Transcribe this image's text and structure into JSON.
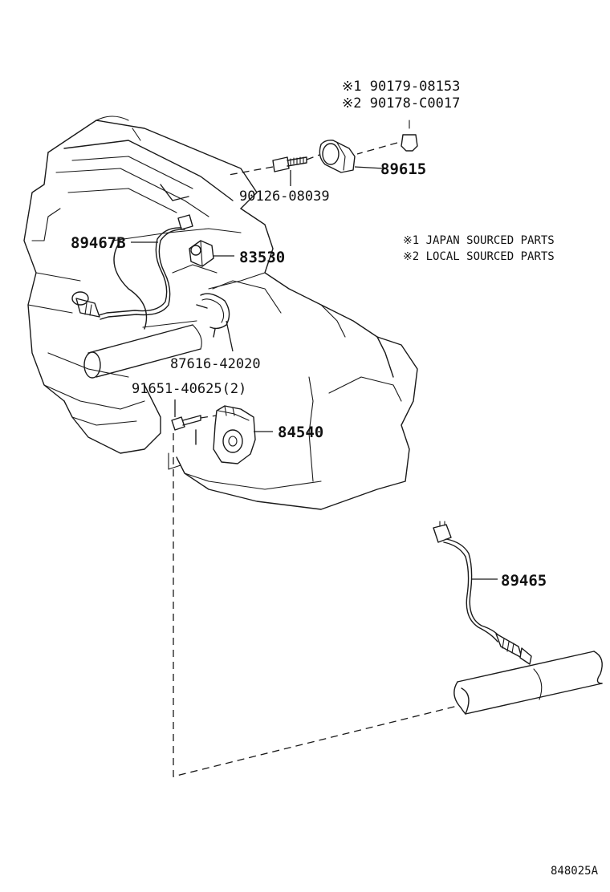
{
  "callouts": {
    "p1_japan": "※1 90179-08153",
    "p2_local": "※2 90178-C0017",
    "knock_sensor": "89615",
    "stud_bolt": "90126-08039",
    "oxygen_sensor_front": "89467B",
    "oil_pressure_switch": "83530",
    "wire_clamp": "87616-42020",
    "screw": "91651-40625(2)",
    "neutral_switch": "84540",
    "oxygen_sensor_rear": "89465"
  },
  "legend": {
    "note1": "※1 JAPAN SOURCED PARTS",
    "note2": "※2 LOCAL SOURCED PARTS"
  },
  "diagram_code": "848025A"
}
